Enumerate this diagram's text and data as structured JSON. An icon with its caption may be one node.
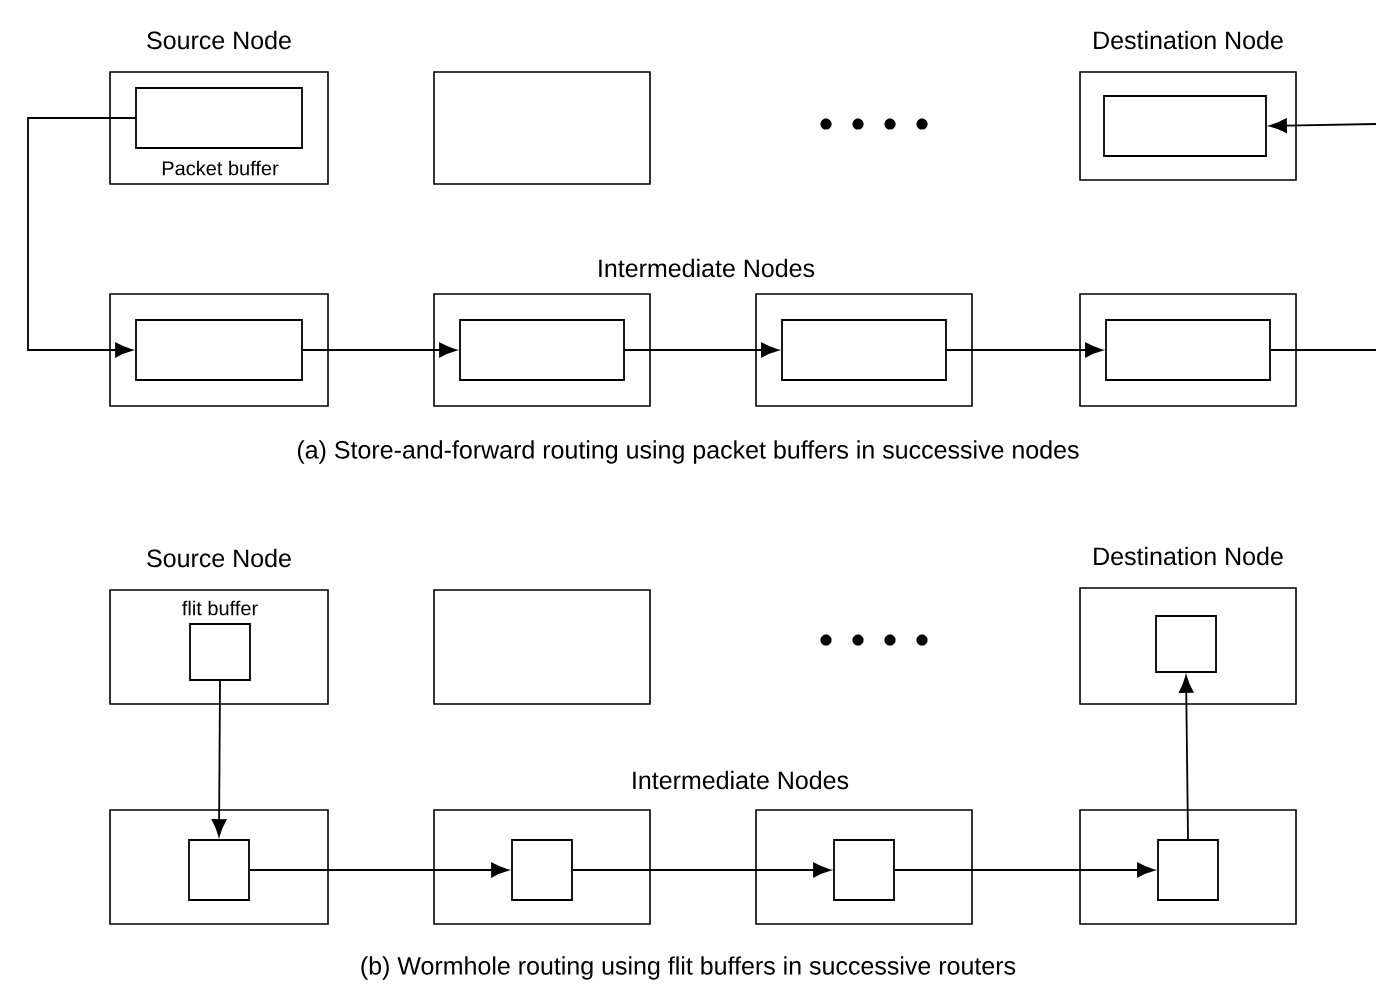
{
  "diagram": {
    "nodes": [
      {
        "text": [
          "Source Node"
        ]
      },
      {
        "text": [],
        "shape": "box",
        "in": 0,
        "beside": [
          "Packet buffer"
        ]
      },
      {
        "text": [],
        "shape": "box"
      },
      {
        "text": [
          "Destination Node"
        ]
      },
      {
        "text": [],
        "shape": "box",
        "in": 3
      },
      {
        "text": [],
        "shape": "box"
      },
      {
        "text": [],
        "shape": "box",
        "in": 5
      },
      {
        "text": [],
        "shape": "box"
      },
      {
        "text": [],
        "shape": "box",
        "in": 7
      },
      {
        "text": [],
        "shape": "box"
      },
      {
        "text": [],
        "shape": "box",
        "in": 9
      },
      {
        "text": [],
        "shape": "box"
      },
      {
        "text": [],
        "shape": "box",
        "in": 11
      },
      {
        "text": [
          "Source Node"
        ]
      },
      {
        "text": [],
        "shape": "box",
        "in": 13,
        "beside": [
          "flit buffer"
        ]
      },
      {
        "text": [],
        "shape": "box"
      },
      {
        "text": [
          "Destination Node"
        ]
      },
      {
        "text": [],
        "shape": "box",
        "in": 16
      },
      {
        "text": [],
        "shape": "box"
      },
      {
        "text": [],
        "shape": "box",
        "in": 18
      },
      {
        "text": [],
        "shape": "box"
      },
      {
        "text": [],
        "shape": "box",
        "in": 20
      },
      {
        "text": [],
        "shape": "box"
      },
      {
        "text": [],
        "shape": "box",
        "in": 22
      },
      {
        "text": [],
        "shape": "box"
      },
      {
        "text": [],
        "shape": "box",
        "in": 24
      }
    ],
    "edges": [
      {
        "from": 1,
        "to": 6,
        "arrow": "to"
      },
      {
        "from": 6,
        "to": 8,
        "arrow": "to"
      },
      {
        "from": 8,
        "to": 10,
        "arrow": "to"
      },
      {
        "from": 10,
        "to": 12,
        "arrow": "to"
      },
      {
        "from": 12,
        "to": null,
        "arrow": "none"
      },
      {
        "from": null,
        "to": 4,
        "arrow": "to"
      },
      {
        "from": 14,
        "to": 19,
        "arrow": "to"
      },
      {
        "from": 19,
        "to": 21,
        "arrow": "to"
      },
      {
        "from": 21,
        "to": 23,
        "arrow": "to"
      },
      {
        "from": 23,
        "to": 25,
        "arrow": "to"
      },
      {
        "from": 25,
        "to": 17,
        "arrow": "to"
      }
    ],
    "labels": [
      "Intermediate Nodes",
      "(a) Store-and-forward routing using packet buffers in successive nodes",
      "Intermediate Nodes",
      "(b) Wormhole routing using flit buffers in successive routers"
    ]
  }
}
